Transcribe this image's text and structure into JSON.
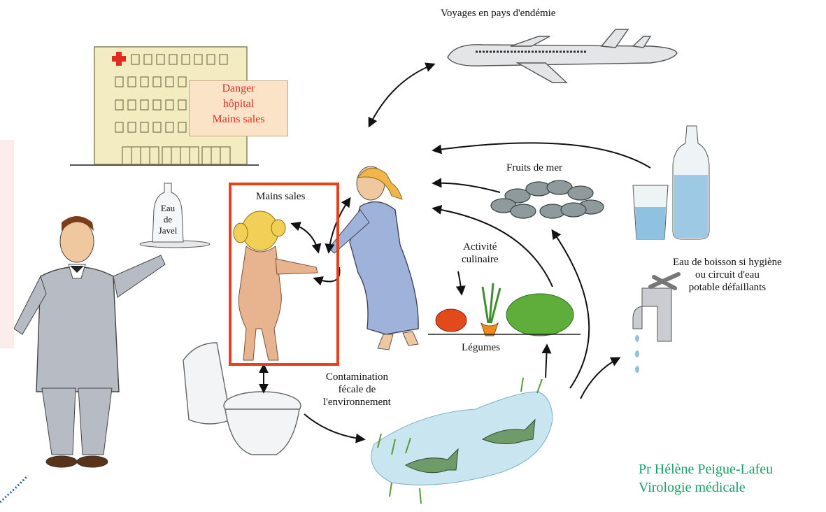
{
  "labels": {
    "travel": "Voyages en pays d'endémie",
    "danger": [
      "Danger",
      "hôpital",
      "Mains sales"
    ],
    "javel": [
      "Eau",
      "de",
      "Javel"
    ],
    "dirty_hands": "Mains sales",
    "seafood": "Fruits de mer",
    "cooking": [
      "Activité",
      "culinaire"
    ],
    "vegetables": "Légumes",
    "drinking_water": [
      "Eau de boisson si hygiène",
      "ou circuit d'eau",
      "potable défaillants"
    ],
    "contamination": [
      "Contamination",
      "fécale de",
      "l'environnement"
    ]
  },
  "credit": {
    "name": "Pr Hélène Peigue-Lafeu",
    "dept": "Virologie médicale"
  },
  "colors": {
    "highlight_border": "#e8401c",
    "danger_text": "#e0302a",
    "credit_text": "#1aa06a",
    "hospital": "#f3ecc0",
    "cross": "#e22b1f"
  },
  "icons": [
    "hospital-icon",
    "airplane-icon",
    "bottle-icon",
    "glass-icon",
    "seafood-icon",
    "vegetables-icon",
    "faucet-icon",
    "toilet-icon",
    "river-icon",
    "fish-icon",
    "waiter-icon",
    "woman-icon",
    "child-icon"
  ]
}
